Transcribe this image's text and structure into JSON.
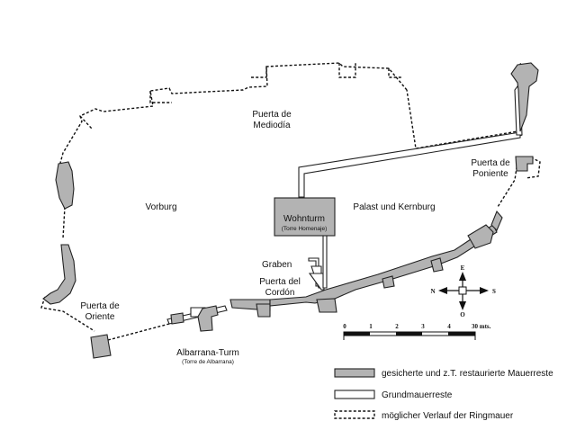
{
  "labels": {
    "puerta_mediodia": [
      "Puerta de",
      "Mediodía"
    ],
    "puerta_poniente": [
      "Puerta de",
      "Poniente"
    ],
    "vorburg": "Vorburg",
    "palast": "Palast und Kernburg",
    "wohnturm": "Wohnturm",
    "torre_homenaje": "(Torre Homenaje)",
    "graben": "Graben",
    "puerta_cordon": [
      "Puerta del",
      "Cordón"
    ],
    "puerta_oriente": [
      "Puerta de",
      "Oriente"
    ],
    "albarrana": "Albarrana-Turm",
    "torre_albarrana": "(Torre de Albarrana)"
  },
  "compass": {
    "north": "N",
    "east": "E",
    "south": "S",
    "west": "O"
  },
  "scale": {
    "ticks": [
      "0",
      "1",
      "2",
      "3",
      "4",
      "30 mts."
    ]
  },
  "legend": [
    {
      "label": "gesicherte und z.T. restaurierte Mauerreste",
      "style": "filled"
    },
    {
      "label": "Grundmauerreste",
      "style": "outline"
    },
    {
      "label": "möglicher Verlauf der Ringmauer",
      "style": "dashed"
    }
  ],
  "colors": {
    "ruin_fill": "#b3b3b3",
    "line": "#111111",
    "background": "#ffffff"
  }
}
